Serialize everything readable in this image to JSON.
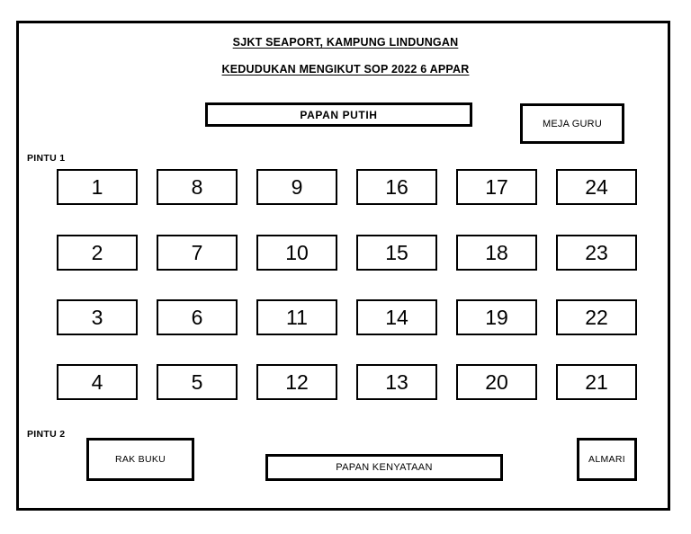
{
  "headings": {
    "line1": "SJKT SEAPORT, KAMPUNG LINDUNGAN",
    "line2": "KEDUDUKAN MENGIKUT SOP 2022  6 APPAR"
  },
  "front": {
    "whiteboard": "PAPAN PUTIH",
    "teacher_desk": "MEJA GURU"
  },
  "doors": {
    "door1": "PINTU 1",
    "door2": "PINTU 2"
  },
  "seating": {
    "columns": 6,
    "rows": 4,
    "grid": [
      [
        "1",
        "8",
        "9",
        "16",
        "17",
        "24"
      ],
      [
        "2",
        "7",
        "10",
        "15",
        "18",
        "23"
      ],
      [
        "3",
        "6",
        "11",
        "14",
        "19",
        "22"
      ],
      [
        "4",
        "5",
        "12",
        "13",
        "20",
        "21"
      ]
    ]
  },
  "furniture": {
    "bookshelf": "RAK BUKU",
    "noticeboard": "PAPAN KENYATAAN",
    "cabinet": "ALMARI"
  },
  "colors": {
    "ink": "#000000",
    "paper": "#ffffff"
  }
}
